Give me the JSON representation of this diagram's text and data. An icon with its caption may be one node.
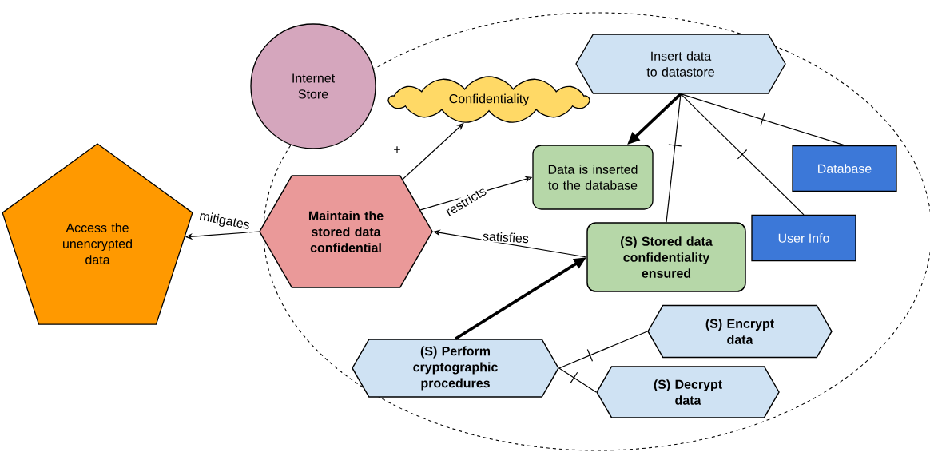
{
  "diagram": {
    "nodes": [
      {
        "text": [],
        "shape": "ellipse"
      },
      {
        "text": [
          "Internet Store"
        ]
      },
      {
        "text": [
          "Confidentiality"
        ],
        "in": 0
      },
      {
        "text": [
          "Insert data to datastore"
        ],
        "in": 0
      },
      {
        "text": [
          "Access the unencrypted data"
        ]
      },
      {
        "text": [
          "Maintain the stored data confidential"
        ],
        "in": 0
      },
      {
        "text": [
          "Data is inserted to the database"
        ],
        "in": 0
      },
      {
        "text": [
          "Database"
        ],
        "in": 0
      },
      {
        "text": [
          "User Info"
        ],
        "in": 0
      },
      {
        "text": [
          "(S) Stored data confidentiality ensured"
        ],
        "in": 0
      },
      {
        "text": [
          "(S) Encrypt data"
        ],
        "in": 0
      },
      {
        "text": [
          "(S) Perform cryptographic procedures"
        ],
        "in": 0
      },
      {
        "text": [
          "(S) Decrypt data"
        ],
        "in": 0
      }
    ],
    "edges": [
      {
        "from": 5,
        "to": 4,
        "arrow": "to",
        "label": "mitigates"
      },
      {
        "from": 5,
        "to": 2,
        "arrow": "to",
        "label": "+"
      },
      {
        "from": 5,
        "to": 6,
        "arrow": "to",
        "label": "restricts"
      },
      {
        "from": 9,
        "to": 5,
        "arrow": "to",
        "label": "satisfies"
      },
      {
        "from": 3,
        "to": 6,
        "arrow": "to",
        "style": "thick"
      },
      {
        "from": 3,
        "to": 9,
        "arrow": "none"
      },
      {
        "from": 3,
        "to": 8,
        "arrow": "none"
      },
      {
        "from": 3,
        "to": 7,
        "arrow": "none"
      },
      {
        "from": 11,
        "to": 9,
        "arrow": "to",
        "style": "thick"
      },
      {
        "from": 11,
        "to": 10,
        "arrow": "none"
      },
      {
        "from": 11,
        "to": 12,
        "arrow": "none"
      }
    ]
  }
}
